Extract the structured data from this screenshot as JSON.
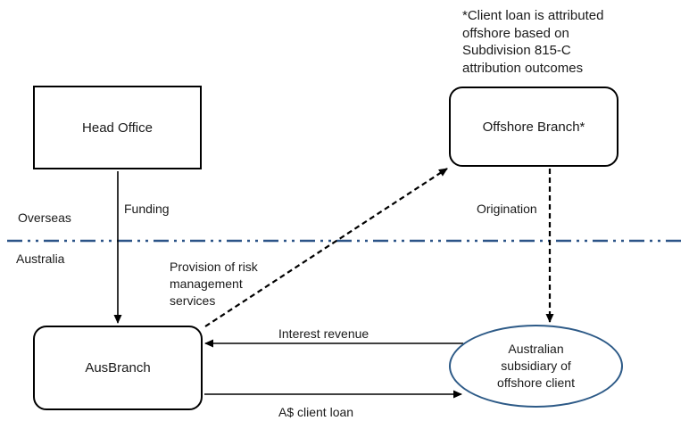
{
  "diagram": {
    "annotation_note": "*Client loan is attributed\noffshore based on\nSubdivision 815-C\nattribution outcomes",
    "regions": {
      "top_label": "Overseas",
      "bottom_label": "Australia"
    },
    "nodes": {
      "head_office": "Head Office",
      "offshore_branch": "Offshore Branch*",
      "aus_branch": "AusBranch",
      "subsidiary": "Australian\nsubsidiary of\noffshore client"
    },
    "edge_labels": {
      "funding": "Funding",
      "origination": "Origination",
      "provision": "Provision of risk\nmanagement\nservices",
      "interest_revenue": "Interest revenue",
      "client_loan": "A$ client loan"
    },
    "colors": {
      "divider": "#2c5488",
      "ellipse_border": "#2d5a87",
      "connector": "#000000"
    }
  }
}
